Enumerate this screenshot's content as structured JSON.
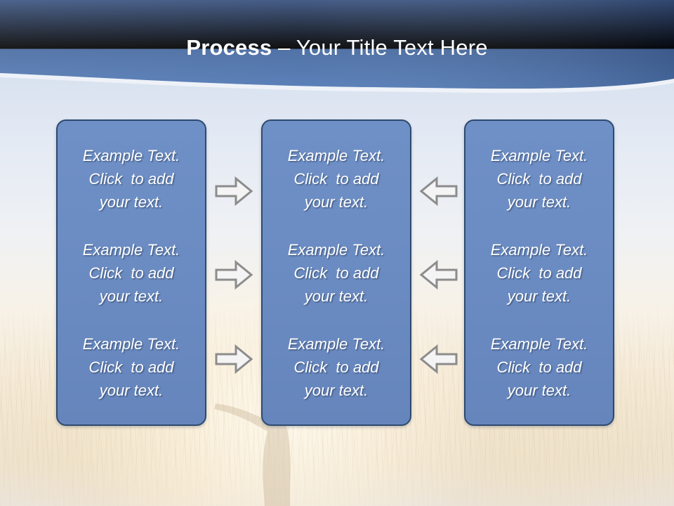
{
  "slide": {
    "title": {
      "strong": "Process",
      "rest": " – Your Title Text Here"
    },
    "theme": {
      "header_top": "#3b5480",
      "header_bottom": "#5179b5",
      "box_fill": "#6b8cc3",
      "box_border": "#2e4a6e",
      "text_color": "#ffffff",
      "arrow_stroke": "#8a8a8a",
      "arrow_fill": "#f2f2f2",
      "background": "#dfe6f0"
    },
    "columns": [
      {
        "name": "column-1",
        "blocks": [
          {
            "line1": "Example Text.",
            "line2": "Click  to add",
            "line3": "your text."
          },
          {
            "line1": "Example Text.",
            "line2": "Click  to add",
            "line3": "your text."
          },
          {
            "line1": "Example Text.",
            "line2": "Click  to add",
            "line3": "your text."
          }
        ]
      },
      {
        "name": "column-2",
        "blocks": [
          {
            "line1": "Example Text.",
            "line2": "Click  to add",
            "line3": "your text."
          },
          {
            "line1": "Example Text.",
            "line2": "Click  to add",
            "line3": "your text."
          },
          {
            "line1": "Example Text.",
            "line2": "Click  to add",
            "line3": "your text."
          }
        ]
      },
      {
        "name": "column-3",
        "blocks": [
          {
            "line1": "Example Text.",
            "line2": "Click  to add",
            "line3": "your text."
          },
          {
            "line1": "Example Text.",
            "line2": "Click  to add",
            "line3": "your text."
          },
          {
            "line1": "Example Text.",
            "line2": "Click  to add",
            "line3": "your text."
          }
        ]
      }
    ],
    "arrows": {
      "left_column": [
        {
          "icon": "arrow-right-icon",
          "direction": "right"
        },
        {
          "icon": "arrow-right-icon",
          "direction": "right"
        },
        {
          "icon": "arrow-right-icon",
          "direction": "right"
        }
      ],
      "right_column": [
        {
          "icon": "arrow-left-icon",
          "direction": "left"
        },
        {
          "icon": "arrow-left-icon",
          "direction": "left"
        },
        {
          "icon": "arrow-left-icon",
          "direction": "left"
        }
      ]
    },
    "background": {
      "description": "wheat-field-sunset-photo"
    }
  }
}
